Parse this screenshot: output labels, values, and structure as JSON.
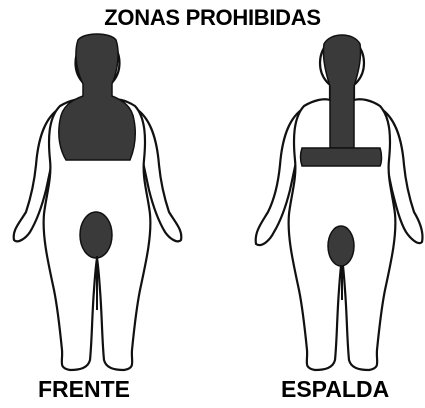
{
  "title": "ZONAS PROHIBIDAS",
  "figures": {
    "front_label": "FRENTE",
    "back_label": "ESPALDA"
  },
  "colors": {
    "zone_fill": "#3a3a3a",
    "outline": "#111111",
    "body_fill": "#ffffff"
  }
}
